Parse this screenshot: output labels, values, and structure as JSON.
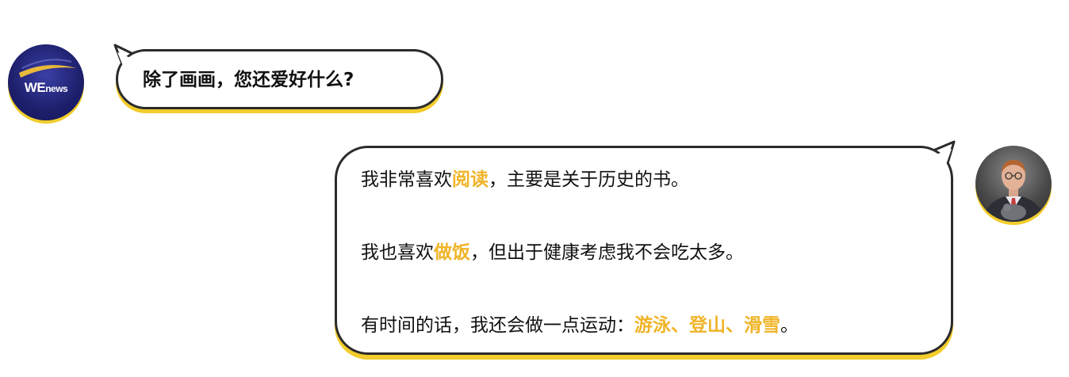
{
  "question": {
    "text": "除了画画，您还爱好什么?"
  },
  "avatars": {
    "interviewer": {
      "logo_we": "WE",
      "logo_news": "news"
    }
  },
  "answer": {
    "lines": [
      {
        "before": "我非常喜欢",
        "highlight": "阅读",
        "after": "，主要是关于历史的书。"
      },
      {
        "before": "我也喜欢",
        "highlight": "做饭",
        "after": "，但出于健康考虑我不会吃太多。"
      },
      {
        "before": "有时间的话，我还会做一点运动：",
        "highlight": "游泳、登山、滑雪",
        "after": "。"
      }
    ]
  },
  "colors": {
    "accent_yellow": "#f2cd2c",
    "highlight_text": "#f0b428",
    "outline": "#2b2b2b",
    "logo_navy": "#1d1f6b"
  }
}
